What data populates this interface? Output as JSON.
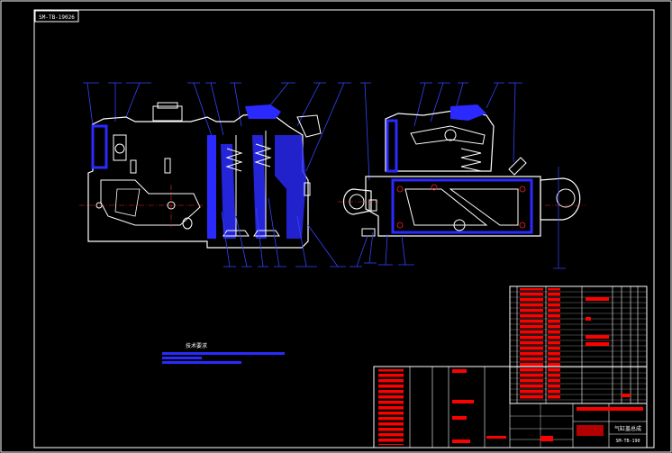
{
  "drawing_number": "SM-TB-19026",
  "tech_req_title": "技术要求",
  "title_block_name": "气缸盖总成",
  "title_block_code": "SM-TB-190",
  "colors": {
    "background": "#000000",
    "frame": "#ffffff",
    "part_outline": "#ffffff",
    "section_fill": "#2a2aff",
    "leader": "#3344ff",
    "text_block": "#ff0000",
    "center_line": "#ff2222"
  }
}
